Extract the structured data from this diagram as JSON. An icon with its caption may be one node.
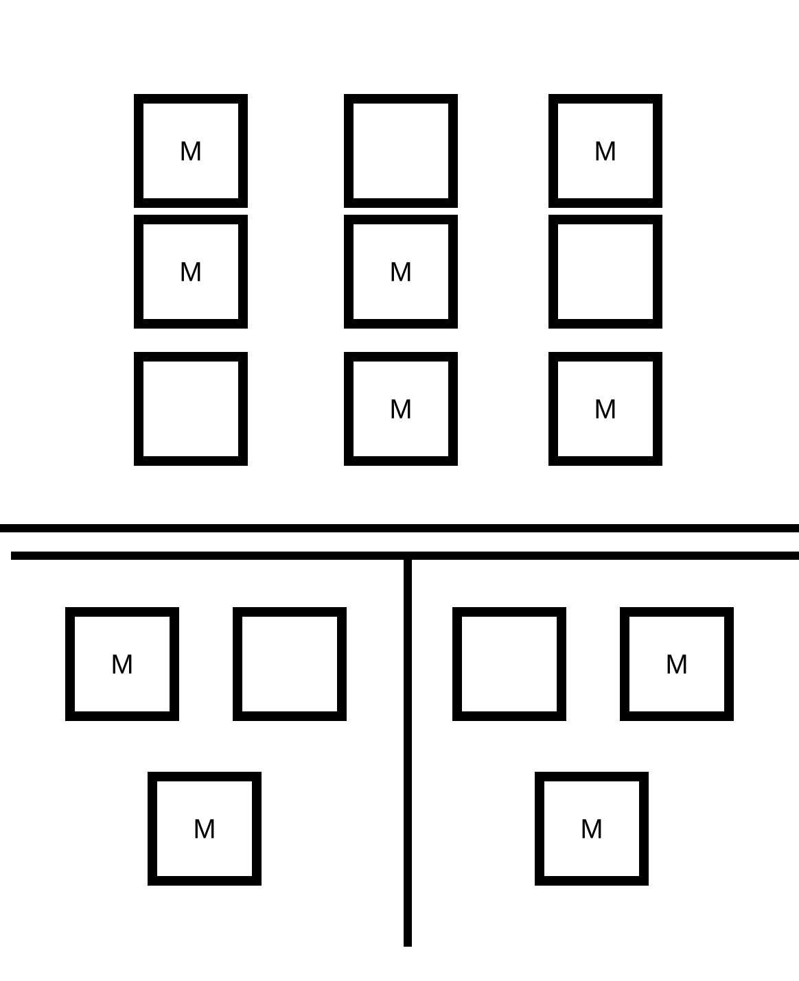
{
  "diagram": {
    "nodes": [
      {
        "text": [
          "M"
        ]
      },
      {
        "text": [],
        "shape": "box"
      },
      {
        "text": [
          "M"
        ]
      },
      {
        "text": [
          "M"
        ]
      },
      {
        "text": [
          "M"
        ]
      },
      {
        "text": [],
        "shape": "box"
      },
      {
        "text": [],
        "shape": "box"
      },
      {
        "text": [
          "M"
        ]
      },
      {
        "text": [
          "M"
        ]
      },
      {
        "text": [
          "M"
        ]
      },
      {
        "text": [],
        "shape": "box"
      },
      {
        "text": [],
        "shape": "box"
      },
      {
        "text": [
          "M"
        ]
      },
      {
        "text": [
          "M"
        ]
      },
      {
        "text": [
          "M"
        ]
      }
    ]
  }
}
